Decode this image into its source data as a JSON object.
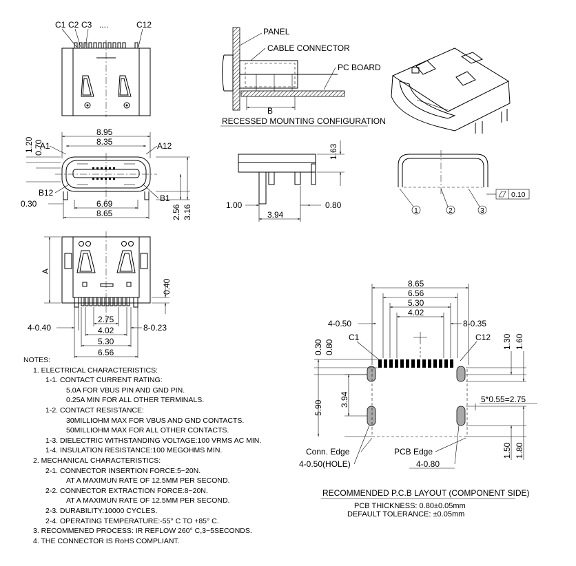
{
  "top_view": {
    "contacts": [
      "C1",
      "C2",
      "C3",
      "....",
      "C12"
    ]
  },
  "mounting": {
    "labels": [
      "PANEL",
      "CABLE CONNECTOR",
      "PC BOARD",
      "B"
    ],
    "caption": "RECESSED MOUNTING CONFIGURATION"
  },
  "front_view": {
    "dims": {
      "w895": "8.95",
      "w835": "8.35",
      "w669": "6.69",
      "w865": "8.65",
      "h120": "1.20",
      "h070": "0.70",
      "h030": "0.30",
      "h256": "2.56",
      "h316": "3.16"
    },
    "pins": {
      "a1": "A1",
      "a12": "A12",
      "b12": "B12",
      "b1": "B1"
    }
  },
  "side_view": {
    "dims": {
      "h163": "1.63",
      "l100": "1.00",
      "r080": "0.80",
      "w394": "3.94"
    }
  },
  "end_view": {
    "callouts": [
      "1",
      "2",
      "3"
    ],
    "flatness": "0.10"
  },
  "bottom_view": {
    "dims": {
      "a": "A",
      "h040": "0.40",
      "p440": "4-0.40",
      "w275": "2.75",
      "w402": "4.02",
      "w530": "5.30",
      "w656": "6.56",
      "p823": "8-0.23"
    }
  },
  "pcb": {
    "dims": {
      "w865": "8.65",
      "w656": "6.56",
      "w530": "5.30",
      "w402": "4.02",
      "p450": "4-0.50",
      "p835": "8-0.35",
      "c1": "C1",
      "c12": "C12",
      "v030": "0.30",
      "v080": "0.80",
      "v130": "1.30",
      "v160": "1.60",
      "v590": "5.90",
      "v394": "3.94",
      "pitch": "5*0.55=2.75",
      "v150": "1.50",
      "v180": "1.80"
    },
    "labels": {
      "conn_edge": "Conn. Edge",
      "pcb_edge": "PCB Edge",
      "hole": "4-0.50(HOLE)",
      "p480": "4-0.80"
    },
    "caption": "RECOMMENDED P.C.B LAYOUT (COMPONENT SIDE)",
    "thickness": "PCB THICKNESS: 0.80±0.05mm",
    "tolerance": "DEFAULT TOLERANCE: ±0.05mm"
  },
  "notes": {
    "title": "NOTES:",
    "lines": [
      "1. ELECTRICAL CHARACTERISTICS:",
      "1-1. CONTACT CURRENT RATING:",
      "5.0A FOR VBUS PIN AND GND PIN.",
      "0.25A MIN FOR ALL OTHER TERMINALS.",
      "1-2. CONTACT RESISTANCE:",
      "30MILLIOHM MAX FOR VBUS AND GND CONTACTS.",
      "50MILLIOHM MAX FOR ALL OTHER CONTACTS.",
      "1-3. DIELECTRIC WITHSTANDING VOLTAGE:100 VRMS AC MIN.",
      "1-4. INSULATION RESISTANCE:100 MEGOHMS MIN.",
      "2. MECHANICAL CHARACTERISTICS:",
      "2-1. CONNECTOR INSERTION FORCE:5~20N.",
      "AT A MAXIMUN RATE OF 12.5MM PER SECOND.",
      "2-2. CONNECTOR EXTRACTION FORCE:8~20N.",
      "AT A MAXIMUN RATE OF 12.5MM PER SECOND.",
      "2-3. DURABILITY:10000 CYCLES.",
      "2-4. OPERATING TEMPERATURE:-55° C TO +85° C.",
      "3. RECOMMENED PROCESS: IR REFLOW 260° C,3~5SECONDS.",
      "4. THE CONNECTOR IS RoHS COMPLIANT."
    ]
  }
}
